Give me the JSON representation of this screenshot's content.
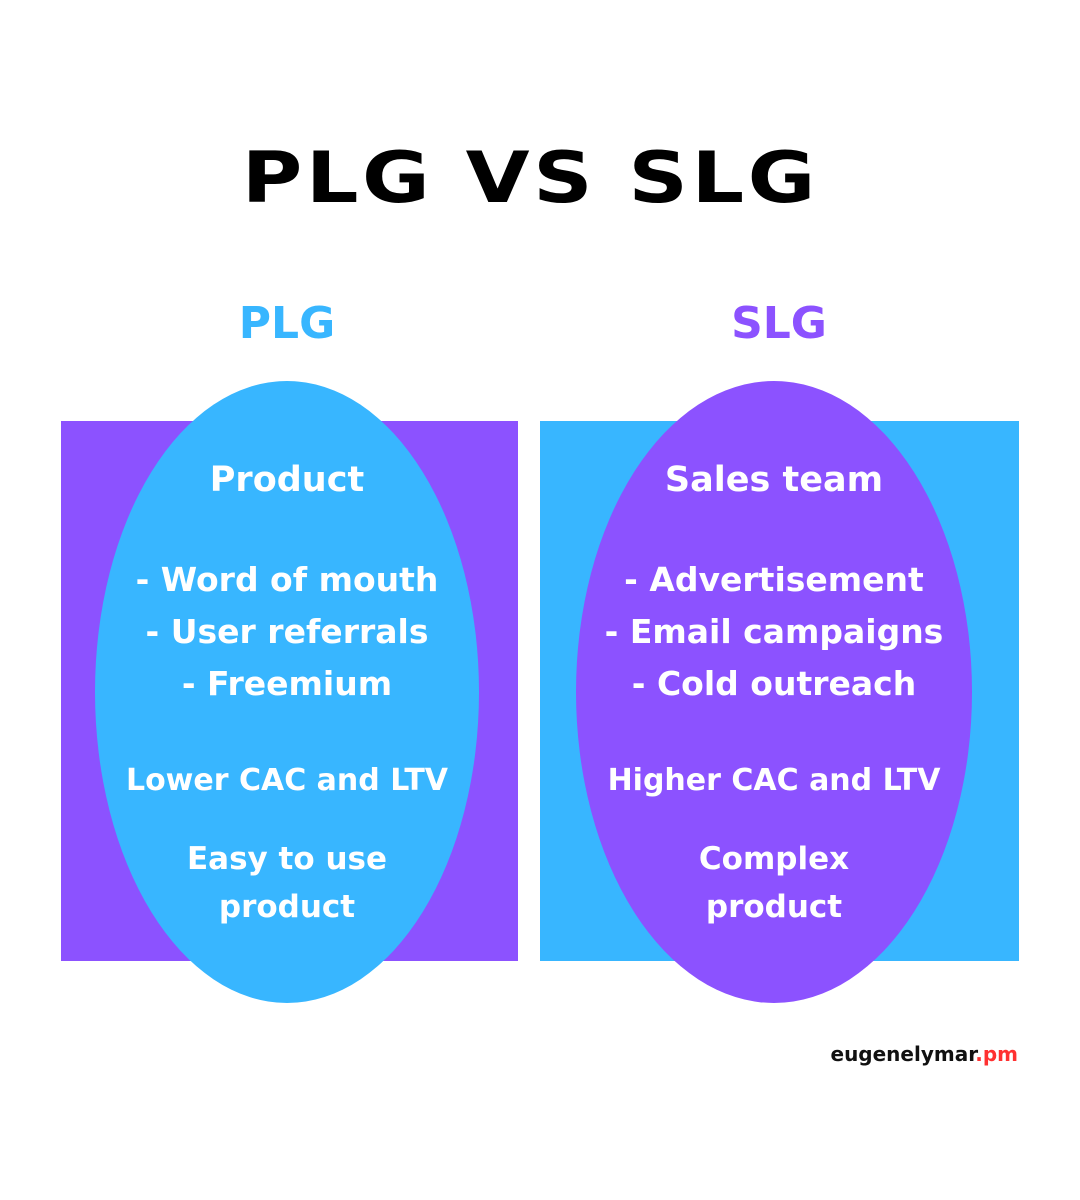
{
  "title": "PLG VS SLG",
  "colors": {
    "blue": "#38b6ff",
    "purple": "#8c52ff",
    "brand_accent": "#ff3131"
  },
  "plg": {
    "heading": "PLG",
    "ellipse_title": "Product",
    "bullets": [
      "- Word of mouth",
      "- User referrals",
      "- Freemium"
    ],
    "cost": "Lower CAC and LTV",
    "product_lines": [
      "Easy to use",
      "product"
    ]
  },
  "slg": {
    "heading": "SLG",
    "ellipse_title": "Sales team",
    "bullets": [
      "- Advertisement",
      "- Email campaigns",
      "- Cold outreach"
    ],
    "cost": "Higher CAC and LTV",
    "product_lines": [
      "Complex",
      "product"
    ]
  },
  "brand": {
    "name": "eugenelymar",
    "suffix": ".pm"
  }
}
